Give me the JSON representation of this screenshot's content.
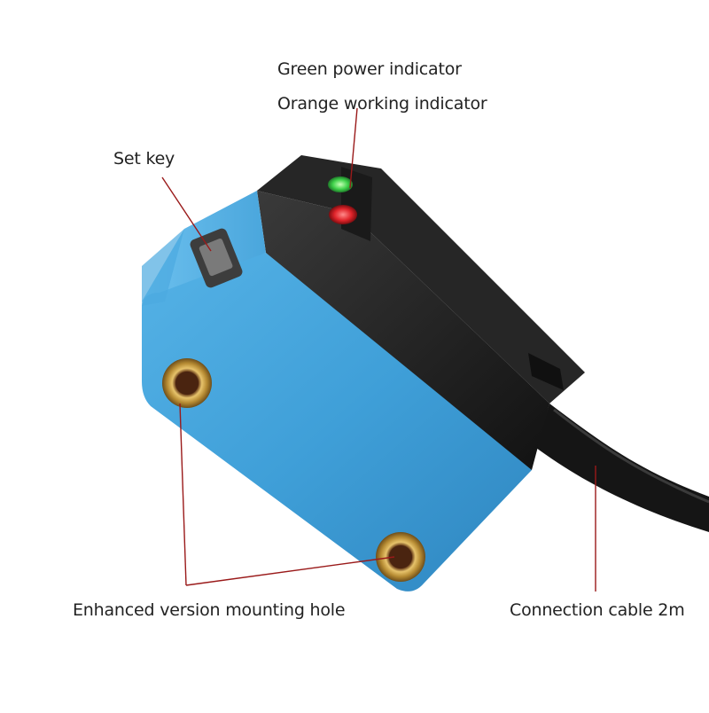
{
  "labels": {
    "green_indicator": "Green power indicator",
    "orange_indicator": "Orange working indicator",
    "set_key": "Set key",
    "mounting_hole": "Enhanced version mounting hole",
    "cable": "Connection cable 2m"
  },
  "colors": {
    "body_blue": "#3f9fd8",
    "cap_black": "#1c1c1c",
    "leader_red": "#9a1a1a",
    "led_green": "#3fd24a",
    "led_red": "#e0242a",
    "brass": "#c9a24a"
  }
}
